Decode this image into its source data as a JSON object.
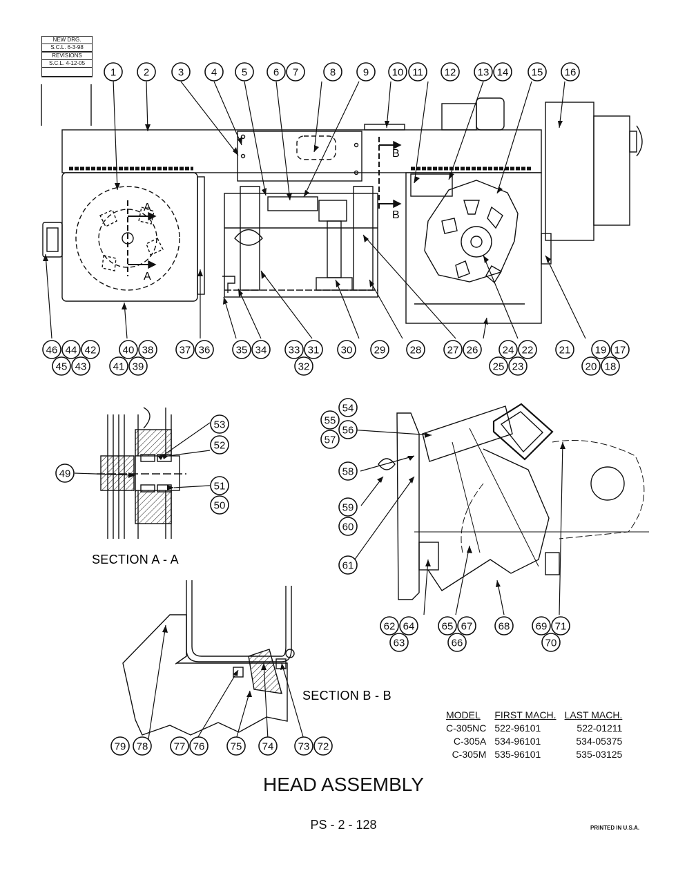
{
  "revision_box": {
    "new_drg_label": "NEW DRG.",
    "new_drg_date": "S.C.L. 6-3-98",
    "revisions_label": "REVISIONS",
    "revision_1": "S.C.L. 4-12-05"
  },
  "callouts": {
    "top_row": [
      "1",
      "2",
      "3",
      "4",
      "5",
      "6",
      "7",
      "8",
      "9",
      "10",
      "11",
      "12",
      "13",
      "14",
      "15",
      "16"
    ],
    "bottom_row_upper": [
      "46",
      "44",
      "42",
      "40",
      "38",
      "37",
      "36",
      "35",
      "34",
      "33",
      "31",
      "30",
      "29",
      "28",
      "27",
      "26",
      "24",
      "22",
      "21",
      "19",
      "17"
    ],
    "bottom_row_lower": [
      "45",
      "43",
      "41",
      "39",
      "32",
      "25",
      "23",
      "20",
      "18"
    ],
    "section_a": [
      "53",
      "52",
      "49",
      "51",
      "50"
    ],
    "side_view": [
      "54",
      "55",
      "56",
      "57",
      "58",
      "59",
      "60",
      "61",
      "62",
      "64",
      "63",
      "65",
      "67",
      "66",
      "68",
      "69",
      "71",
      "70"
    ],
    "section_b": [
      "79",
      "78",
      "77",
      "76",
      "75",
      "74",
      "73",
      "72"
    ]
  },
  "labels": {
    "section_a": "SECTION A - A",
    "section_b": "SECTION B - B",
    "cut_a": "A",
    "cut_b": "B"
  },
  "model_table": {
    "headers": [
      "MODEL",
      "FIRST MACH.",
      "LAST MACH."
    ],
    "rows": [
      [
        "C-305NC",
        "522-96101",
        "522-01211"
      ],
      [
        "C-305A",
        "534-96101",
        "534-05375"
      ],
      [
        "C-305M",
        "535-96101",
        "535-03125"
      ]
    ]
  },
  "title": "HEAD ASSEMBLY",
  "page_number": "PS - 2 - 128",
  "printed": "PRINTED IN U.S.A."
}
